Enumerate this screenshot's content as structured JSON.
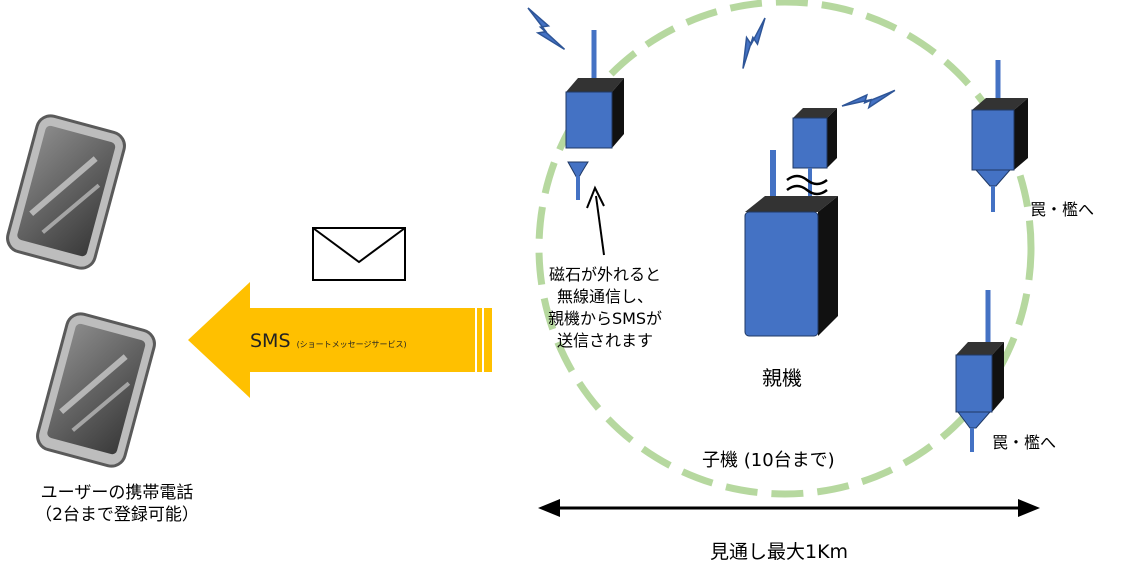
{
  "user_phones_caption": [
    "ユーザーの携帯電話",
    "（2台まで登録可能）"
  ],
  "sms_label": "SMS",
  "sms_note": "(ショートメッセージサービス)",
  "detach_note": [
    "磁石が外れると",
    "無線通信し、",
    "親機からSMSが",
    "送信されます"
  ],
  "base_unit_label": "親機",
  "child_units_label": "子機 (10台まで)",
  "trap_label": "罠・檻へ",
  "range_label": "見通し最大1Km",
  "colors": {
    "device_blue": "#4472c4",
    "device_dark": "#1a1a1a",
    "sms_arrow": "#ffc000",
    "range_circle": "#a9d18e",
    "lightning": "#2e75b6"
  }
}
